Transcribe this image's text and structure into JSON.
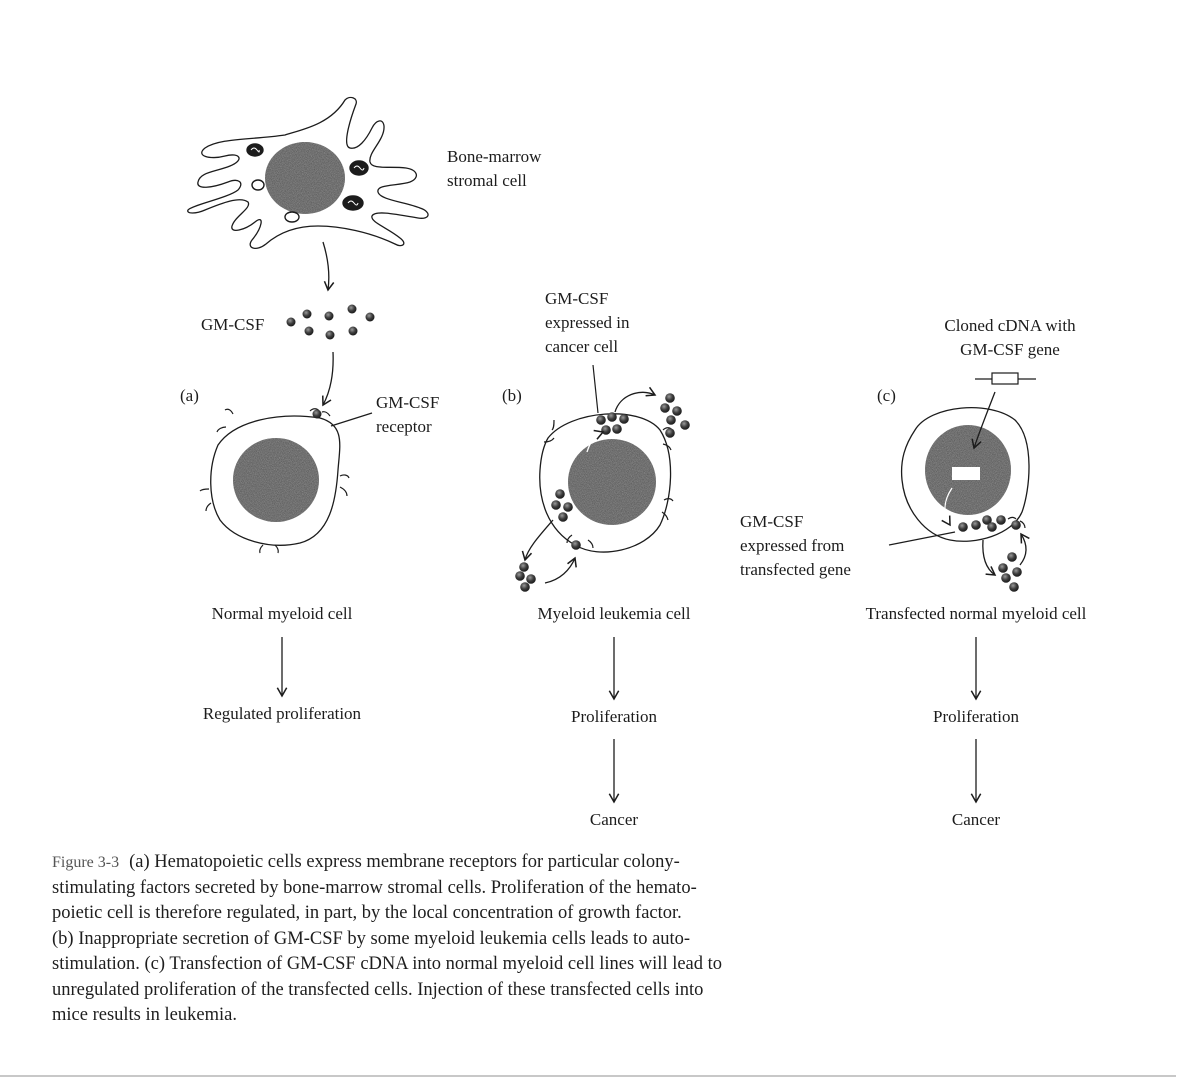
{
  "figure": {
    "number": "Figure 3-3",
    "labels": {
      "stromal_cell": [
        "Bone-marrow",
        "stromal cell"
      ],
      "gm_csf": "GM-CSF",
      "gm_csf_receptor": [
        "GM-CSF",
        "receptor"
      ],
      "panel_a": "(a)",
      "panel_b": "(b)",
      "panel_c": "(c)",
      "expressed_in_cancer": [
        "GM-CSF",
        "expressed in",
        "cancer cell"
      ],
      "cloned_cdna": [
        "Cloned cDNA with",
        "GM-CSF gene"
      ],
      "expressed_from_transfected": [
        "GM-CSF",
        "expressed from",
        "transfected gene"
      ]
    },
    "panels": [
      {
        "id": "a",
        "cell": "Normal myeloid cell",
        "steps": [
          "Regulated proliferation"
        ]
      },
      {
        "id": "b",
        "cell": "Myeloid leukemia cell",
        "steps": [
          "Proliferation",
          "Cancer"
        ]
      },
      {
        "id": "c",
        "cell": "Transfected normal myeloid cell",
        "steps": [
          "Proliferation",
          "Cancer"
        ]
      }
    ],
    "colors": {
      "ink": "#1c1c1c",
      "nucleus": "#3a3a3a",
      "rule": "#c8c8c8"
    }
  },
  "caption": {
    "lines": [
      "(a) Hematopoietic cells express membrane receptors for particular colony-",
      "stimulating factors secreted by bone-marrow stromal cells. Proliferation of the hemato-",
      "poietic cell is therefore regulated, in part, by the local concentration of growth factor.",
      "(b) Inappropriate secretion of GM-CSF by some myeloid leukemia cells leads to auto-",
      "stimulation. (c) Transfection of GM-CSF cDNA into normal myeloid cell lines will lead to",
      "unregulated proliferation of the transfected cells. Injection of these transfected cells into",
      "mice results in leukemia."
    ]
  }
}
